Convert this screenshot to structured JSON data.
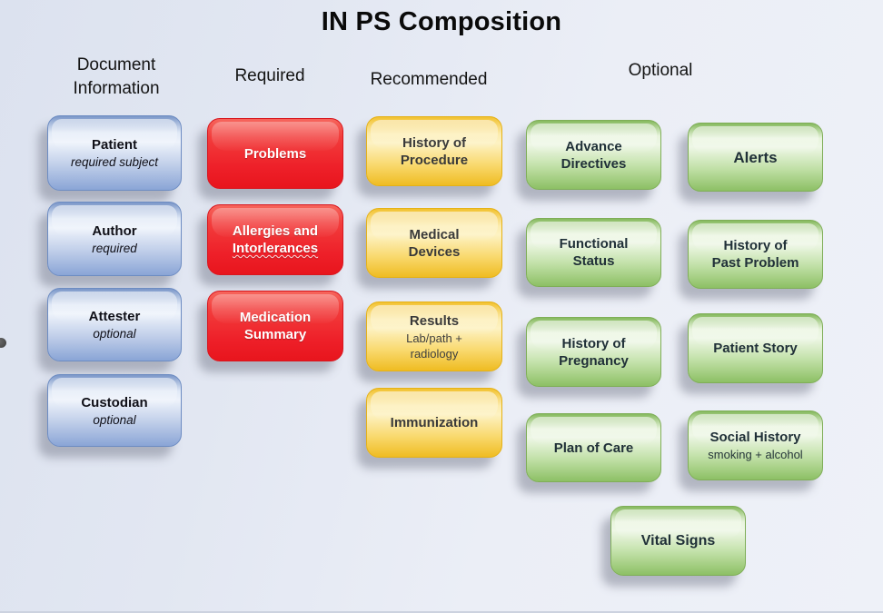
{
  "slide": {
    "title": "IN PS Composition"
  },
  "palette": {
    "background_left": "#dce2ef",
    "background_right": "#eef1f8",
    "blue_box": "#8aa5d6",
    "red_box": "#ee2029",
    "yellow_box": "#f9d96e",
    "green_box": "#8dc065"
  },
  "columns": {
    "document_information": {
      "header": "Document\nInformation",
      "items": [
        {
          "title": "Patient",
          "subtitle": "required subject"
        },
        {
          "title": "Author",
          "subtitle": "required"
        },
        {
          "title": "Attester",
          "subtitle": "optional"
        },
        {
          "title": "Custodian",
          "subtitle": "optional"
        }
      ]
    },
    "required": {
      "header": "Required",
      "items": [
        {
          "title": "Problems"
        },
        {
          "title_line1": "Allergies and",
          "title_line2": "Intorlerances"
        },
        {
          "title": "Medication\nSummary"
        }
      ]
    },
    "recommended": {
      "header": "Recommended",
      "items": [
        {
          "title": "History of\nProcedure"
        },
        {
          "title": "Medical\nDevices"
        },
        {
          "title": "Results",
          "subtitle": "Lab/path +\nradiology"
        },
        {
          "title": "Immunization"
        }
      ]
    },
    "optional": {
      "header": "Optional",
      "left_items": [
        {
          "title": "Advance\nDirectives"
        },
        {
          "title": "Functional\nStatus"
        },
        {
          "title": "History of\nPregnancy"
        },
        {
          "title": "Plan of Care"
        }
      ],
      "right_items": [
        {
          "title": "Alerts"
        },
        {
          "title": "History of\nPast Problem"
        },
        {
          "title": "Patient Story"
        },
        {
          "title": "Social History",
          "subtitle": "smoking + alcohol"
        }
      ],
      "bottom_item": {
        "title": "Vital Signs"
      }
    }
  }
}
